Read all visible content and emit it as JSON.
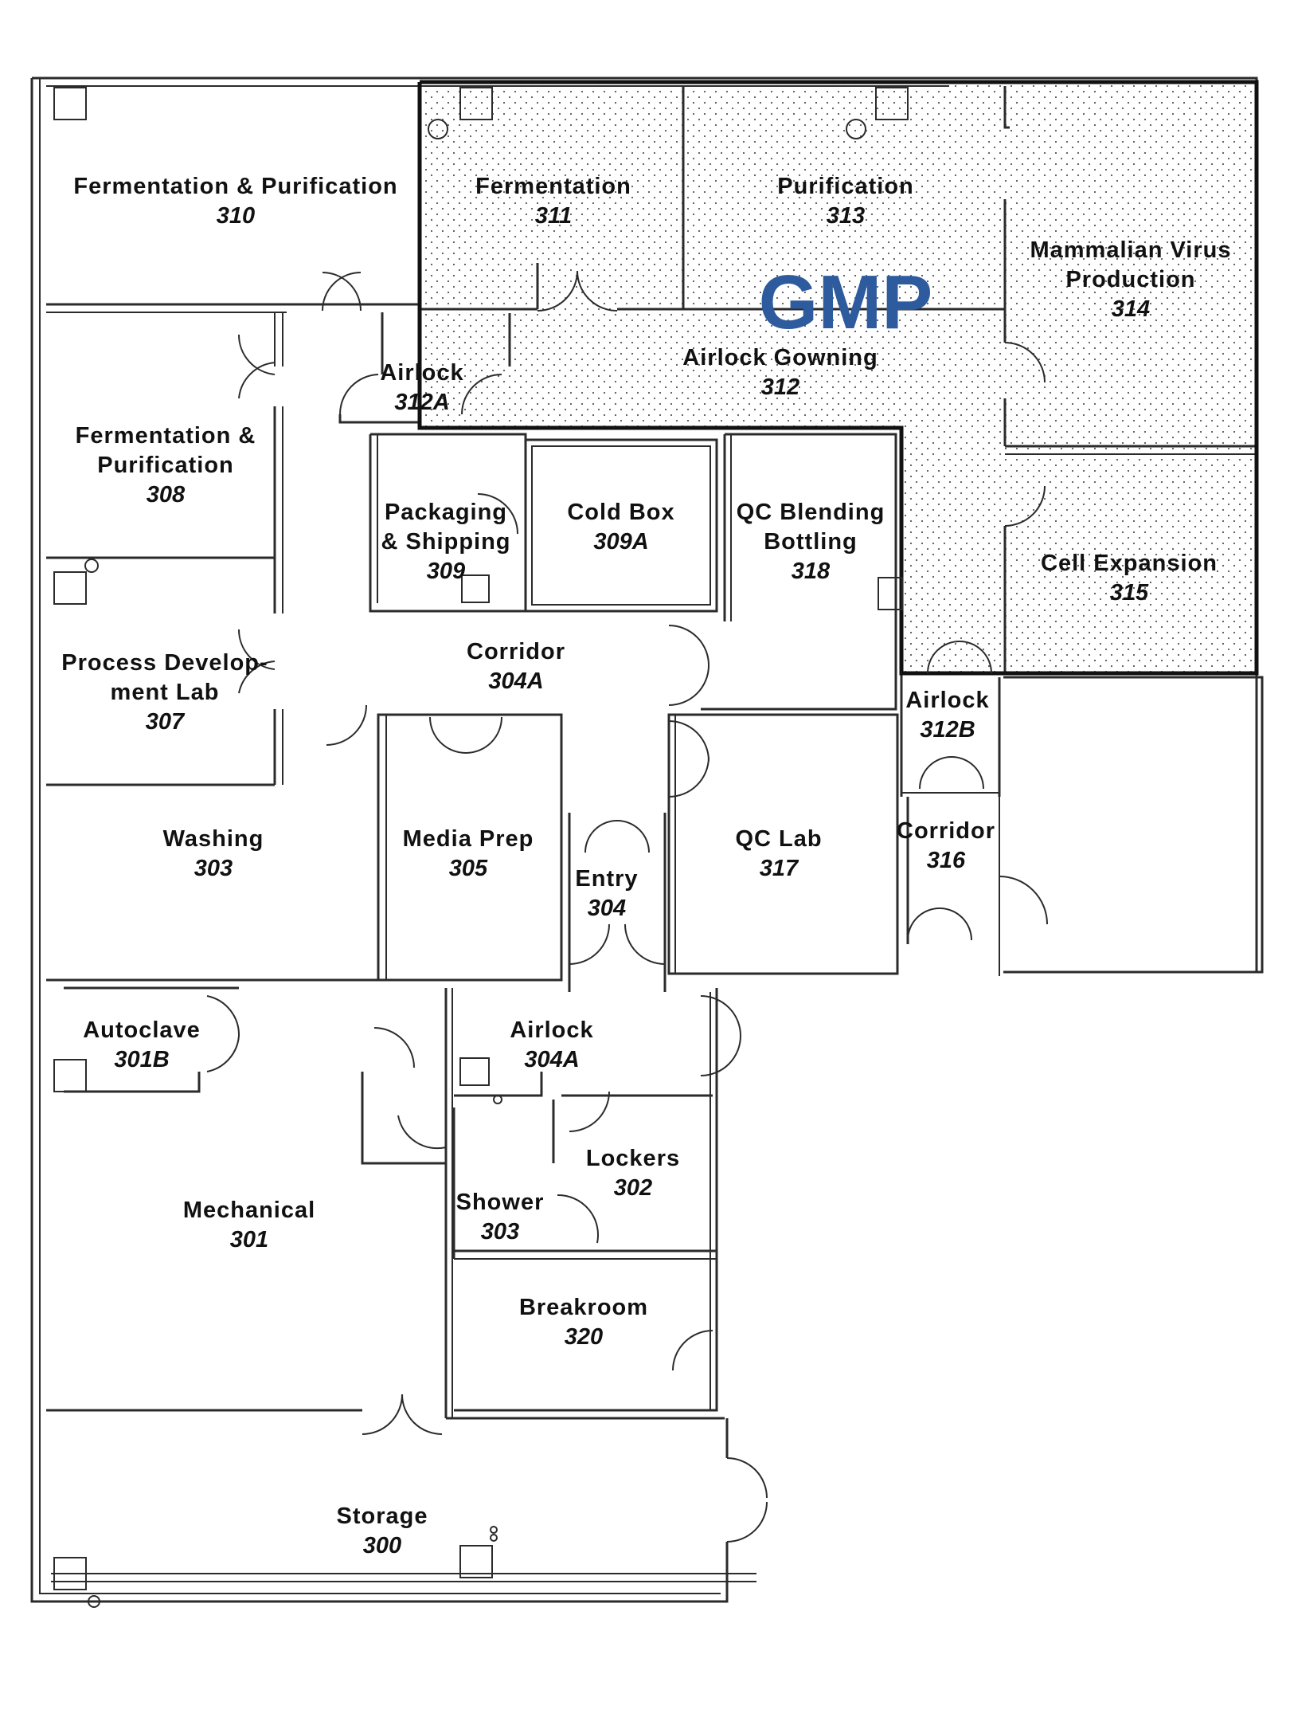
{
  "gmp_zone": {
    "label": "GMP",
    "color": "#2E5B9E"
  },
  "rooms": {
    "r310": {
      "name": "Fermentation & Purification",
      "number": "310"
    },
    "r311": {
      "name": "Fermentation",
      "number": "311"
    },
    "r313": {
      "name": "Purification",
      "number": "313"
    },
    "r314": {
      "name_line1": "Mammalian Virus",
      "name_line2": "Production",
      "number": "314"
    },
    "r312a": {
      "name": "Airlock",
      "number": "312A"
    },
    "r312": {
      "name": "Airlock Gowning",
      "number": "312"
    },
    "r308": {
      "name_line1": "Fermentation &",
      "name_line2": "Purification",
      "number": "308"
    },
    "r309": {
      "name_line1": "Packaging",
      "name_line2": "& Shipping",
      "number": "309"
    },
    "r309a": {
      "name": "Cold Box",
      "number": "309A"
    },
    "r318": {
      "name_line1": "QC Blending",
      "name_line2": "Bottling",
      "number": "318"
    },
    "r315": {
      "name": "Cell Expansion",
      "number": "315"
    },
    "r307": {
      "name_line1": "Process Develop-",
      "name_line2": "ment Lab",
      "number": "307"
    },
    "r304a_corridor": {
      "name": "Corridor",
      "number": "304A"
    },
    "r312b": {
      "name": "Airlock",
      "number": "312B"
    },
    "r303_washing": {
      "name": "Washing",
      "number": "303"
    },
    "r305": {
      "name": "Media Prep",
      "number": "305"
    },
    "r304": {
      "name": "Entry",
      "number": "304"
    },
    "r317": {
      "name": "QC Lab",
      "number": "317"
    },
    "r316": {
      "name": "Corridor",
      "number": "316"
    },
    "r301b": {
      "name": "Autoclave",
      "number": "301B"
    },
    "r304a_airlock": {
      "name": "Airlock",
      "number": "304A"
    },
    "r302": {
      "name": "Lockers",
      "number": "302"
    },
    "r301": {
      "name": "Mechanical",
      "number": "301"
    },
    "r303_shower": {
      "name": "Shower",
      "number": "303"
    },
    "r320": {
      "name": "Breakroom",
      "number": "320"
    },
    "r300": {
      "name": "Storage",
      "number": "300"
    }
  }
}
